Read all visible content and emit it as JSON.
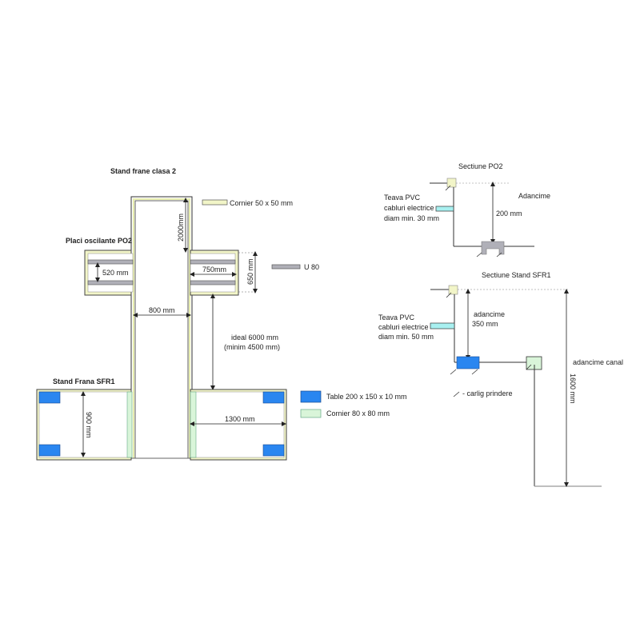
{
  "plan": {
    "title": "Stand frane clasa 2",
    "po2_label": "Placi oscilante PO2",
    "sfr1_label": "Stand Frana SFR1",
    "dim_2000": "2000mm",
    "dim_520": "520 mm",
    "dim_750": "750mm",
    "dim_650": "650 mm",
    "dim_800": "800 mm",
    "dim_ideal_line1": "ideal 6000 mm",
    "dim_ideal_line2": "(minim 4500 mm)",
    "dim_900": "900 mm",
    "dim_1300": "1300 mm"
  },
  "legend": {
    "cornier_50": "Cornier 50 x 50 mm",
    "u80": "U 80",
    "table": "Table  200 x 150 x 10 mm",
    "cornier_80": "Cornier  80 x 80 mm"
  },
  "section_po2": {
    "title": "Sectiune PO2",
    "pipe_line1": "Teava PVC",
    "pipe_line2": "cabluri electrice",
    "pipe_line3": "diam min.  30 mm",
    "depth_label": "Adancime",
    "depth_value": "200 mm"
  },
  "section_sfr1": {
    "title": "Sectiune Stand SFR1",
    "pipe_line1": "Teava PVC",
    "pipe_line2": "cabluri electrice",
    "pipe_line3": "diam min. 50 mm",
    "depth_line1": "adancime",
    "depth_line2": "350 mm",
    "canal_label": "adancime canal",
    "canal_value": "1600 mm",
    "hook_legend": "- carlig prindere"
  },
  "colors": {
    "cornier_50": "#f2f5c8",
    "cornier_80": "#d9f5d9",
    "table": "#2a86f0",
    "u80": "#b0b0b8",
    "pipe": "#a8f0f0"
  }
}
